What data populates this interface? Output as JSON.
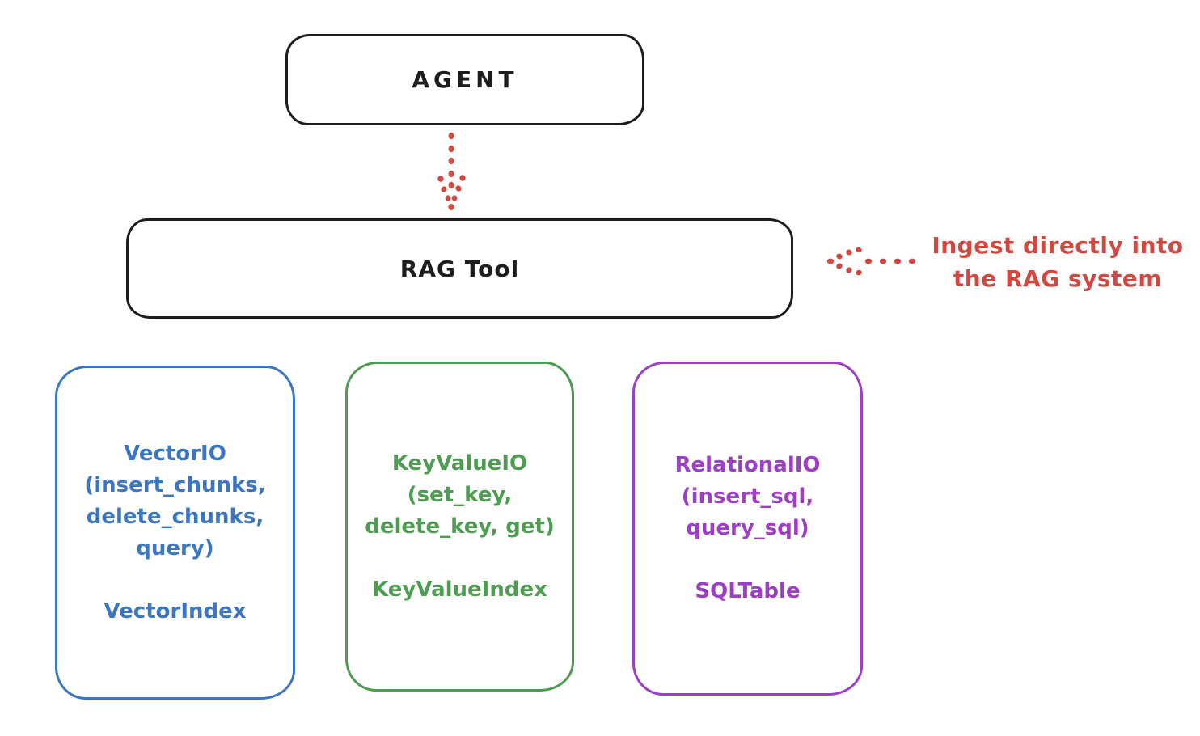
{
  "colors": {
    "ink": "#1d1d1d",
    "red": "#d0483f",
    "blue": "#3b76c4",
    "green": "#4d9c52",
    "purple": "#9c3ec6",
    "background": "#ffffff"
  },
  "diagram": {
    "agent": {
      "label": "AGENT"
    },
    "rag_tool": {
      "label": "RAG Tool"
    },
    "annotation": {
      "line1": "Ingest directly into",
      "line2": "the RAG system"
    },
    "io_nodes": [
      {
        "id": "vector-io",
        "color": "#3b76c4",
        "lines": [
          "VectorIO",
          "(insert_chunks,",
          "delete_chunks,",
          "query)"
        ],
        "index_label": "VectorIndex"
      },
      {
        "id": "key-value-io",
        "color": "#4d9c52",
        "lines": [
          "KeyValueIO",
          "(set_key,",
          "delete_key, get)"
        ],
        "index_label": "KeyValueIndex"
      },
      {
        "id": "relational-io",
        "color": "#9c3ec6",
        "lines": [
          "RelationalIO",
          "(insert_sql,",
          "query_sql)"
        ],
        "index_label": "SQLTable"
      }
    ]
  }
}
